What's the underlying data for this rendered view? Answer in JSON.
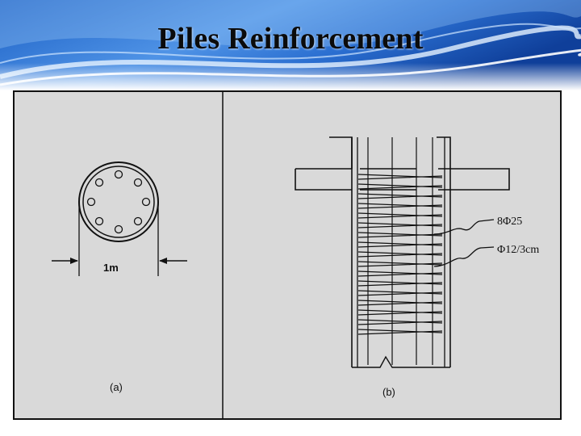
{
  "slide": {
    "title": "Piles Reinforcement"
  },
  "figure": {
    "panel_a": {
      "caption": "(a)",
      "dimension_label": "1m"
    },
    "panel_b": {
      "caption": "(b)",
      "longitudinal_bars_label": "8Φ25",
      "spiral_label": "Φ12/3cm"
    }
  }
}
